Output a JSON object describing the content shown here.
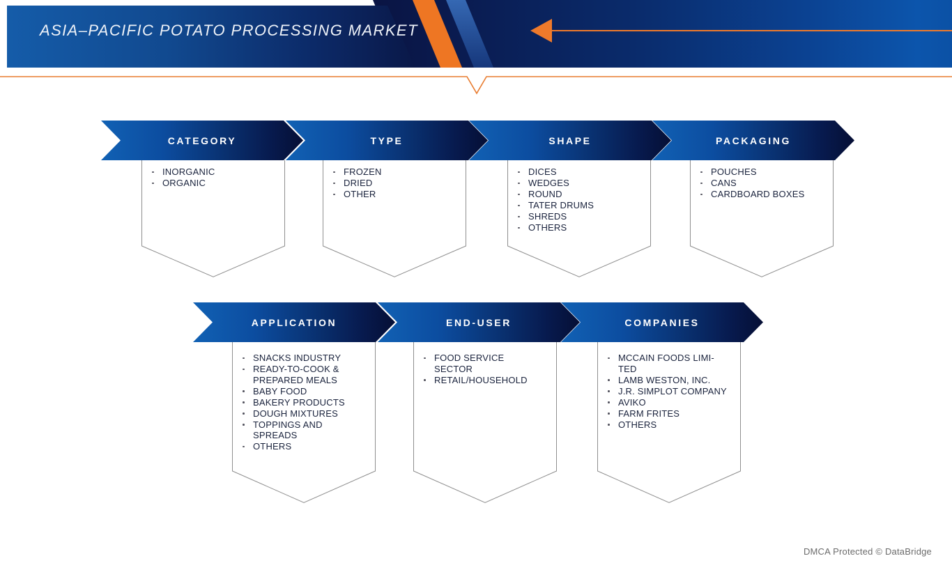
{
  "header": {
    "title": "ASIA–PACIFIC POTATO PROCESSING MARKET"
  },
  "icons": {
    "back_arrow": "orange-left-pointing-arrow-with-tail",
    "bullet": "small-dot",
    "segment_arrow": "right-pointing-chevron-ribbon"
  },
  "colors": {
    "accent_orange": "#EE7623",
    "arrow_blue_light": "#1161B4",
    "arrow_navy_dark": "#060F35",
    "banner_blue": "#0B51A5",
    "banner_navy": "#0A1443",
    "panel_border_gray": "#8E8E8E",
    "list_text": "#19223C",
    "footer_gray": "#6B6B6B"
  },
  "segments": [
    {
      "label": "CATEGORY",
      "items": [
        "INORGANIC",
        "ORGANIC"
      ]
    },
    {
      "label": "TYPE",
      "items": [
        "FROZEN",
        "DRIED",
        "OTHER"
      ]
    },
    {
      "label": "SHAPE",
      "items": [
        "DICES",
        "WEDGES",
        "ROUND",
        "TATER DRUMS",
        "SHREDS",
        "OTHERS"
      ]
    },
    {
      "label": "PACKAGING",
      "items": [
        "POUCHES",
        "CANS",
        "CARDBOARD BOXES"
      ]
    },
    {
      "label": "APPLICATION",
      "items": [
        "SNACKS INDUSTRY",
        "READY-TO-COOK &\nPREPARED MEALS",
        "BABY FOOD",
        "BAKERY PRODUCTS",
        "DOUGH MIXTURES",
        "TOPPINGS AND\nSPREADS",
        "OTHERS"
      ]
    },
    {
      "label": "END-USER",
      "items": [
        "FOOD SERVICE\nSECTOR",
        "RETAIL/HOUSEHOLD"
      ]
    },
    {
      "label": "COMPANIES",
      "items": [
        "MCCAIN FOODS LIMI-\nTED",
        "LAMB WESTON, INC.",
        "J.R. SIMPLOT COMPANY",
        "AVIKO",
        "FARM FRITES",
        "OTHERS"
      ]
    }
  ],
  "footer": {
    "text": "DMCA Protected © DataBridge"
  }
}
